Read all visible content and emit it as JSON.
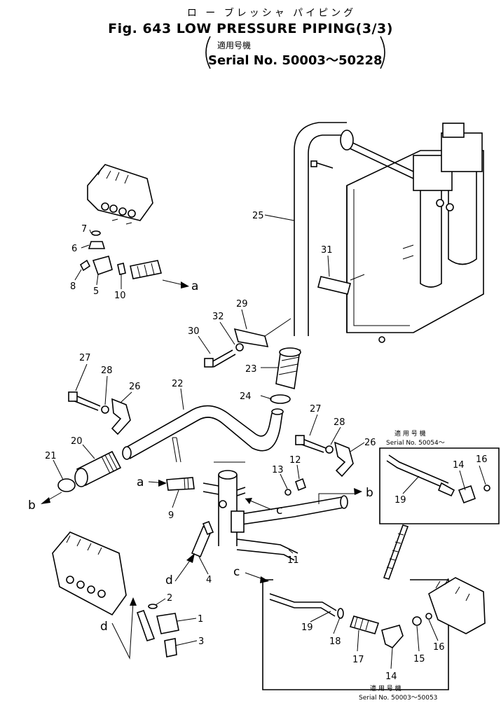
{
  "header": {
    "jp_title": "ロ ー ブレッシャ パイピング",
    "fig_title": "Fig. 643 LOW PRESSURE PIPING(3/3)",
    "serial_jp": "適用号機",
    "serial_range": "Serial No. 50003～50228"
  },
  "insets": {
    "upper": {
      "jp": "適 用 号 機",
      "serial": "Serial No. 50054～"
    },
    "lower": {
      "jp": "適 用 号 機",
      "serial": "Serial No. 50003～50053"
    }
  },
  "callouts": [
    "25",
    "31",
    "29",
    "32",
    "30",
    "23",
    "24",
    "22",
    "27",
    "28",
    "26",
    "20",
    "21",
    "27",
    "28",
    "26",
    "13",
    "12",
    "9",
    "11",
    "4",
    "2",
    "1",
    "3",
    "7",
    "6",
    "8",
    "5",
    "10",
    "14",
    "16",
    "19",
    "19",
    "18",
    "17",
    "14",
    "15",
    "16"
  ],
  "connectors": [
    "a",
    "a",
    "b",
    "b",
    "c",
    "c",
    "d",
    "d"
  ]
}
